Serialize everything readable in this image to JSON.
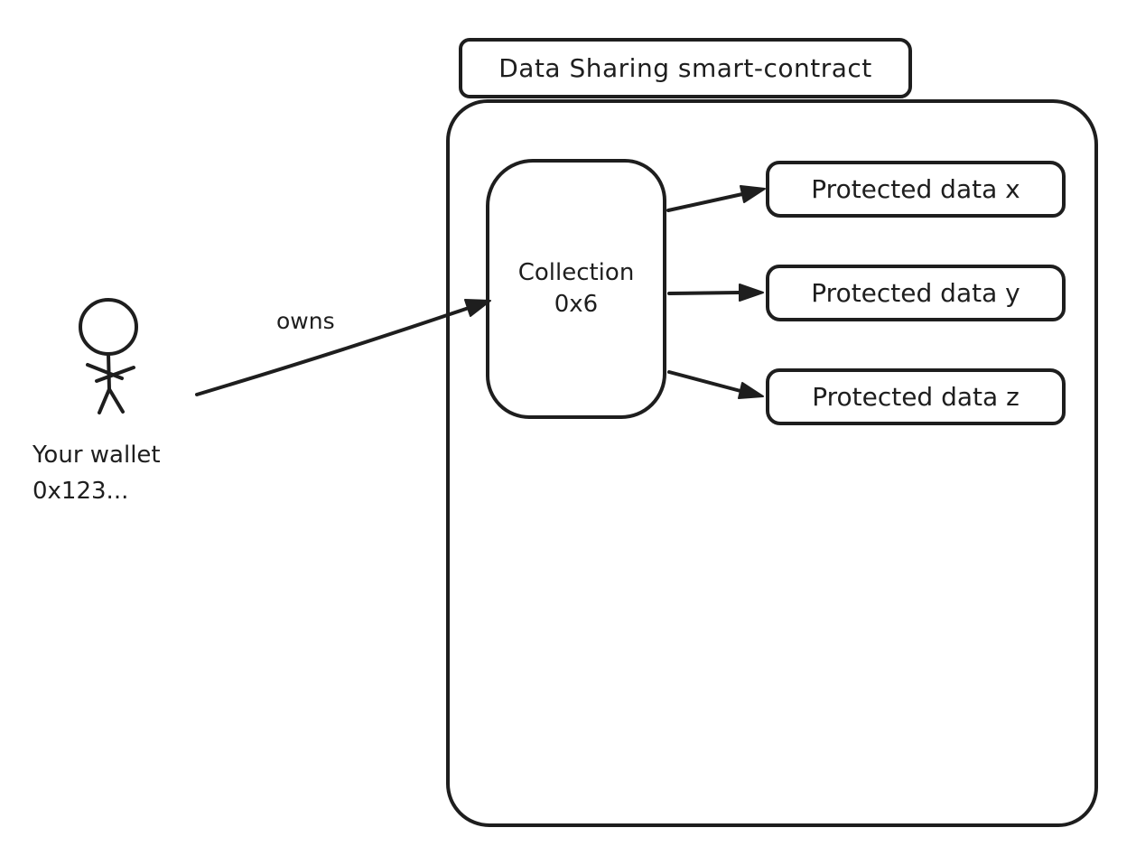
{
  "canvas": {
    "background_color": "#ffffff",
    "stroke_color": "#1e1e1e"
  },
  "title_box": {
    "label": "Data Sharing smart-contract"
  },
  "collection_box": {
    "title": "Collection",
    "address": "0x6"
  },
  "protected_data_boxes": [
    {
      "label": "Protected data x"
    },
    {
      "label": "Protected data y"
    },
    {
      "label": "Protected data z"
    }
  ],
  "wallet": {
    "label_line1": "Your wallet",
    "label_line2": "0x123..."
  },
  "owns_arrow": {
    "label": "owns"
  }
}
